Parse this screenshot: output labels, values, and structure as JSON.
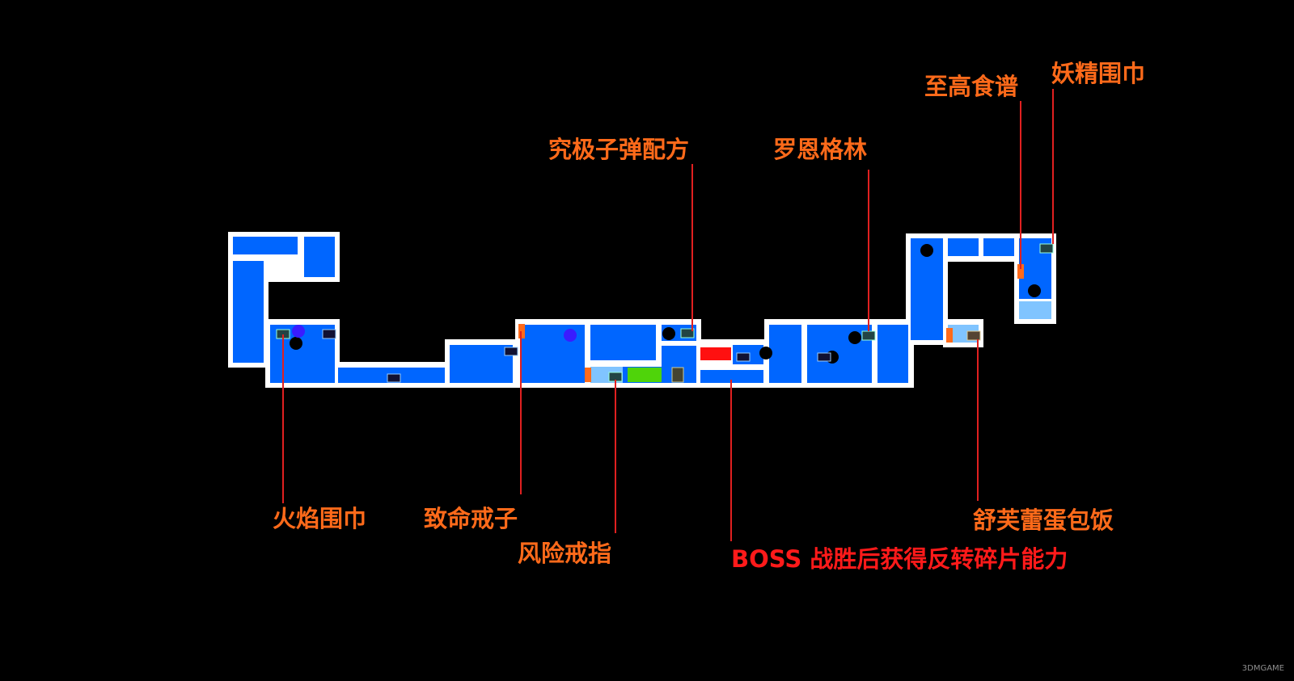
{
  "colors": {
    "background": "#000000",
    "room_fill": "#0066ff",
    "room_light": "#80c4ff",
    "wall": "#ffffff",
    "label": "#ff6a1a",
    "boss_label": "#ff1a1a",
    "leader": "#e02020",
    "door": "#ff6a1a",
    "boss_marker": "#ff1010",
    "save_marker": "#4fd40a",
    "enemy_dot": "#000000",
    "special_dot": "#3a1cff"
  },
  "labels": {
    "flame_scarf": "火焰围巾",
    "deadly_ring": "致命戒子",
    "risk_ring": "风险戒指",
    "ultimate_bullet_recipe": "究极子弹配方",
    "ron_greenlin": "罗恩格林",
    "supreme_recipe": "至高食谱",
    "fairy_scarf": "妖精围巾",
    "souffle_omelette_rice": "舒芙蕾蛋包饭",
    "boss_reward": "BOSS 战胜后获得反转碎片能力"
  },
  "markers": {
    "chest_icon": "treasure-chest-icon",
    "enemy_icon": "enemy-dot-icon",
    "door_icon": "door-icon",
    "boss_icon": "boss-marker-icon",
    "save_icon": "save-point-icon"
  },
  "watermark": "3DMGAME"
}
